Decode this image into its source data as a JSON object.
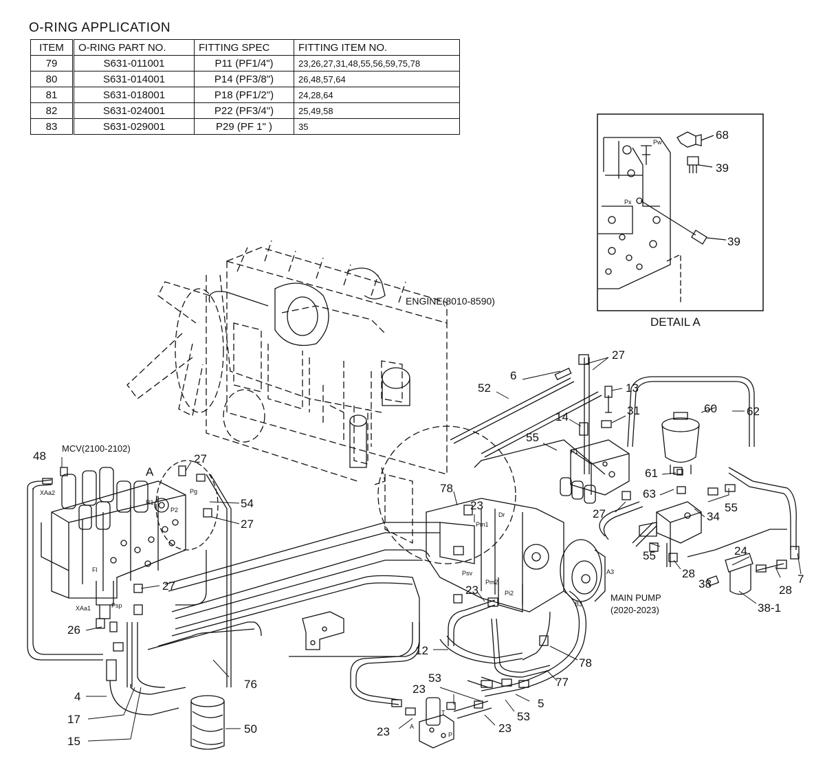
{
  "oring_table": {
    "title": "O-RING APPLICATION",
    "headers": [
      "ITEM",
      "O-RING PART NO.",
      "FITTING SPEC",
      "FITTING ITEM NO."
    ],
    "rows": [
      [
        "79",
        "S631-011001",
        "P11 (PF1/4\")",
        "23,26,27,31,48,55,56,59,75,78"
      ],
      [
        "80",
        "S631-014001",
        "P14 (PF3/8\")",
        "26,48,57,64"
      ],
      [
        "81",
        "S631-018001",
        "P18 (PF1/2\")",
        "24,28,64"
      ],
      [
        "82",
        "S631-024001",
        "P22 (PF3/4\")",
        "25,49,58"
      ],
      [
        "83",
        "S631-029001",
        "P29 (PF  1\" )",
        "35"
      ]
    ]
  },
  "labels": {
    "engine": "ENGINE(8010-8590)",
    "mcv": "MCV(2100-2102)",
    "main_pump_1": "MAIN PUMP",
    "main_pump_2": "(2020-2023)",
    "detail_a": "DETAIL A",
    "detail_a_ref": "A"
  },
  "ports": {
    "pw": "Pw",
    "px": "Px",
    "p1": "P1",
    "pm1": "Pm1",
    "pm2": "Pm2",
    "pi2": "Pi2",
    "dr": "Dr",
    "a3": "A3",
    "b3": "B3",
    "psv": "Psv",
    "pg": "Pg",
    "p2": "P2",
    "r1": "R1",
    "xaa2": "XAa2",
    "xaa1": "XAa1",
    "psp": "Psp",
    "fl": "Fl",
    "a": "A",
    "p": "P",
    "t": "T"
  },
  "callouts": {
    "c68": "68",
    "c39a": "39",
    "c39b": "39",
    "c27a": "27",
    "c6": "6",
    "c52": "52",
    "c13": "13",
    "c31": "31",
    "c60": "60",
    "c62": "62",
    "c14": "14",
    "c55a": "55",
    "c61": "61",
    "c27b": "27",
    "c63": "63",
    "c34": "34",
    "c55b": "55",
    "c55c": "55",
    "c24": "24",
    "c28a": "28",
    "c7": "7",
    "c28b": "28",
    "c38": "38",
    "c38_1": "38-1",
    "c78a": "78",
    "c23a": "23",
    "c23b": "23",
    "c12": "12",
    "c78b": "78",
    "c77": "77",
    "c5": "5",
    "c53a": "53",
    "c53b": "53",
    "c23c": "23",
    "c23d": "23",
    "c23e": "23",
    "c48": "48",
    "c27c": "27",
    "c54": "54",
    "c27d": "27",
    "c27e": "27",
    "c26": "26",
    "c76": "76",
    "c4": "4",
    "c17": "17",
    "c15": "15",
    "c50": "50"
  }
}
